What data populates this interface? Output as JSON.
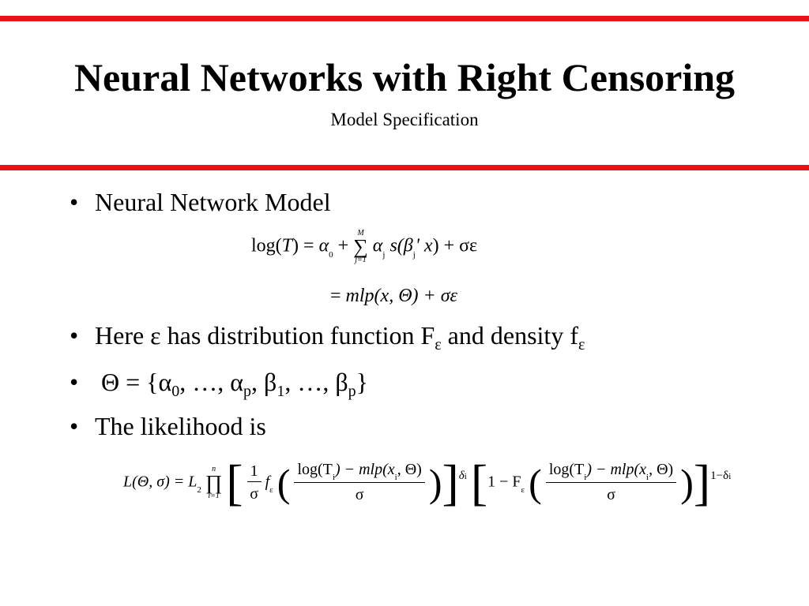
{
  "colors": {
    "rule": "#e8121b",
    "text": "#000000",
    "background": "#ffffff"
  },
  "header": {
    "title": "Neural Networks with Right Censoring",
    "subtitle": "Model Specification"
  },
  "bullets": [
    {
      "text": "Neural Network Model"
    },
    {
      "text_before": "Here ε has distribution function F",
      "sub1": "ε",
      "text_mid": " and density f",
      "sub2": "ε"
    },
    {
      "theta": "Θ = {α",
      "s0": "0",
      "m1": ", …, α",
      "sp": "p",
      "m2": ", β",
      "s1": "1",
      "m3": ", …, β",
      "sp2": "p",
      "end": "}"
    },
    {
      "text": "The likelihood is"
    }
  ],
  "equations": {
    "line1": {
      "lhs": "log(",
      "T": "T",
      "rparen_eq": ") = ",
      "alpha0": "α",
      "sub0": "0",
      "plus": " + ",
      "sum_top": "M",
      "sum_op": "∑",
      "sum_bottom": "j=1",
      "alphaj": "α",
      "subj": "j",
      "s_fn": " s(",
      "beta": "β",
      "subj2": "j",
      "prime_x": "' x",
      "tail": ") + σε"
    },
    "line2": {
      "eq": "= ",
      "mlp": "mlp",
      "args": "(x, Θ) + σε"
    },
    "likelihood": {
      "lhs": "L(Θ, σ) = L",
      "sub2": "2",
      "prod_top": "n",
      "prod_op": "∏",
      "prod_bottom": "i=1",
      "one": "1",
      "sigma": "σ",
      "f_eps": "f",
      "eps": "ε",
      "num": "log(T",
      "num_sub": "i",
      "num_rest": ") − mlp(x",
      "num_sub2": "i",
      "num_end": ", Θ)",
      "delta_exp": "δ",
      "delta_sub": "i",
      "one_minus": "1 − F",
      "F_eps": "ε",
      "exp2": "1−δ",
      "exp2_sub": "i"
    }
  }
}
